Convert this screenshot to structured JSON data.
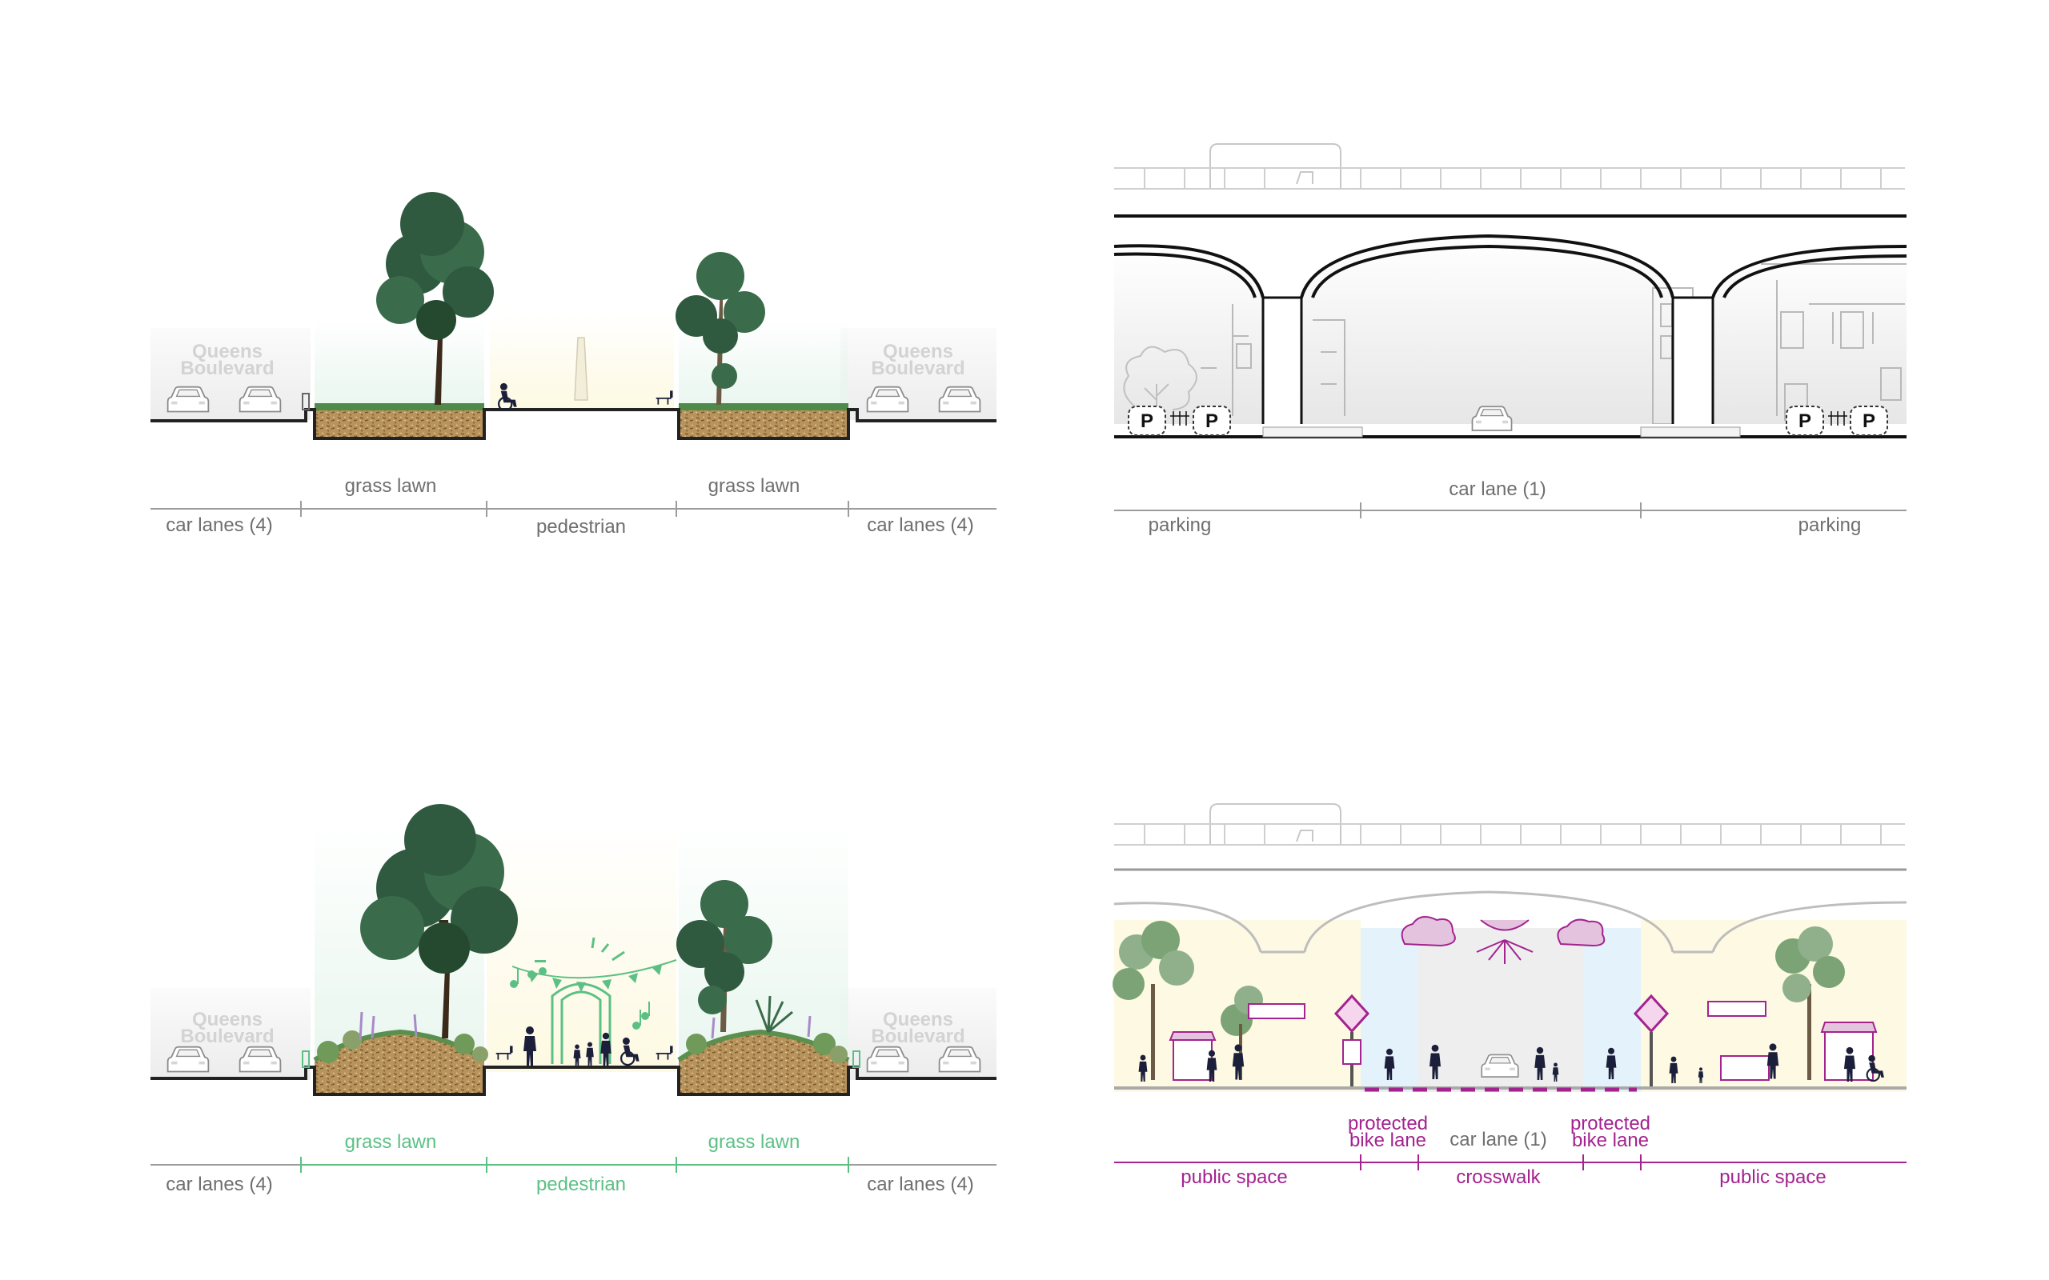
{
  "colors": {
    "gray_text": "#6f6f6f",
    "green_text": "#5cc085",
    "magenta_text": "#a3238f",
    "tree_dark": "#2f5a3f",
    "soil": "#b8935c",
    "green_zone": "#e8f6ee",
    "yellow_zone": "#fdf9e2",
    "blue_zone": "#e3f2fb"
  },
  "existing_boulevard": {
    "sign_left": [
      "Queens",
      "Boulevard"
    ],
    "sign_right": [
      "Queens",
      "Boulevard"
    ],
    "labels": {
      "grass_lawn_left": "grass lawn",
      "grass_lawn_right": "grass lawn",
      "car_lanes_left": "car lanes (4)",
      "pedestrian": "pedestrian",
      "car_lanes_right": "car lanes (4)"
    }
  },
  "existing_viaduct": {
    "labels": {
      "car_lane": "car lane (1)",
      "parking_left": "parking",
      "parking_right": "parking"
    },
    "parking_sign": "P"
  },
  "proposed_boulevard": {
    "sign_left": [
      "Queens",
      "Boulevard"
    ],
    "sign_right": [
      "Queens",
      "Boulevard"
    ],
    "labels": {
      "grass_lawn_left": "grass lawn",
      "grass_lawn_right": "grass lawn",
      "car_lanes_left": "car lanes (4)",
      "pedestrian": "pedestrian",
      "car_lanes_right": "car lanes (4)"
    }
  },
  "proposed_viaduct": {
    "labels": {
      "protected_bike_left": [
        "protected",
        "bike lane"
      ],
      "car_lane": "car lane (1)",
      "protected_bike_right": [
        "protected",
        "bike lane"
      ],
      "public_space_left": "public space",
      "crosswalk": "crosswalk",
      "public_space_right": "public space"
    }
  }
}
